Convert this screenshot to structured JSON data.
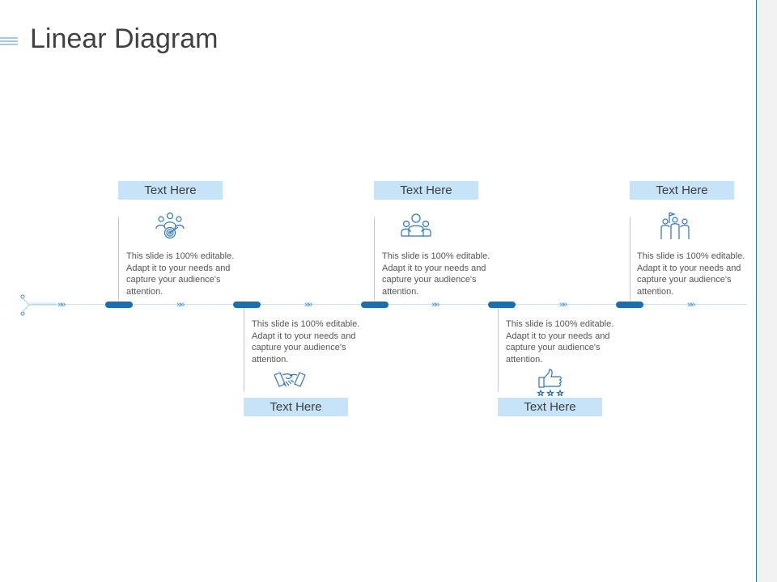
{
  "slide": {
    "title": "Linear Diagram"
  },
  "colors": {
    "accent": "#1a6fb0",
    "label_bg": "#c7e3f7",
    "line": "#cfe0ec",
    "icon": "#2e74b5"
  },
  "chevron_glyph": "»»",
  "steps": [
    {
      "label": "Text Here",
      "text": "This slide is 100% editable. Adapt it to your needs and capture your audience's attention.",
      "icon": "team-target-icon",
      "position": "above"
    },
    {
      "label": "Text Here",
      "text": "This slide is 100% editable. Adapt it to your needs and capture your audience's attention.",
      "icon": "handshake-icon",
      "position": "below"
    },
    {
      "label": "Text Here",
      "text": "This slide is 100% editable. Adapt it to your needs and capture your audience's attention.",
      "icon": "group-icon",
      "position": "above"
    },
    {
      "label": "Text Here",
      "text": "This slide is 100% editable. Adapt it to your needs and capture your audience's attention.",
      "icon": "thumbs-up-stars-icon",
      "position": "below"
    },
    {
      "label": "Text Here",
      "text": "This slide is 100% editable. Adapt it to your needs and capture your audience's attention.",
      "icon": "team-flag-icon",
      "position": "above"
    }
  ]
}
